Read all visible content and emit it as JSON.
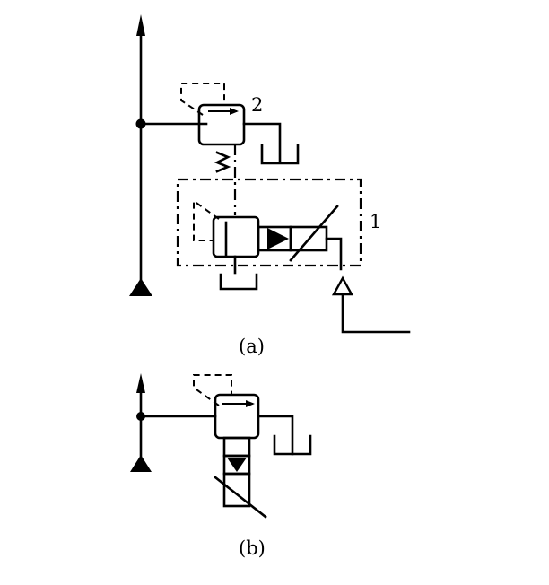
{
  "diagram": {
    "label_a": "(a)",
    "label_b": "(b)",
    "label_1": "1",
    "label_2": "2"
  }
}
